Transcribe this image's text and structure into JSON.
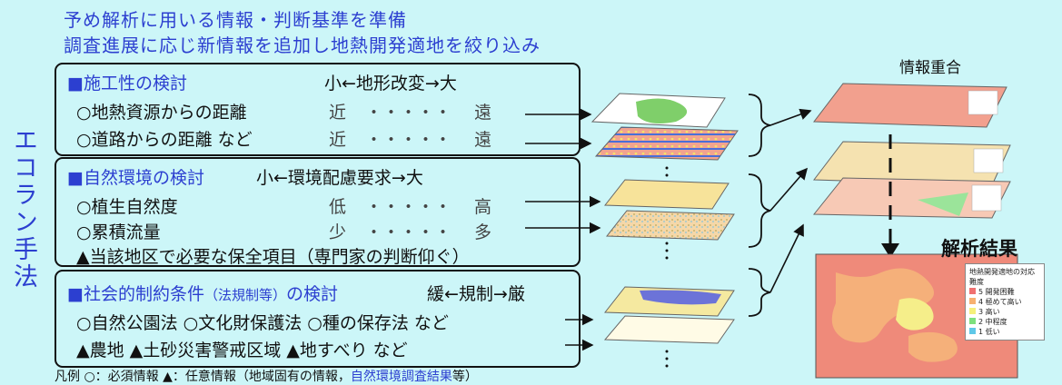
{
  "header": {
    "line1": "予め解析に用いる情報・判断基準を準備",
    "line2": "調査進展に応じ新情報を追加し地熱開発適地を絞り込み"
  },
  "vertical_title": "エコラン手法",
  "section1": {
    "title": "■施工性の検討",
    "scale": "小←地形改変→大",
    "items": [
      {
        "text": "○地熱資源からの距離",
        "left": "近",
        "dots": "・・・・・",
        "right": "遠"
      },
      {
        "text": "○道路からの距離 など",
        "left": "近",
        "dots": "・・・・・",
        "right": "遠"
      }
    ]
  },
  "section2": {
    "title": "■自然環境の検討",
    "scale": "小←環境配慮要求→大",
    "items": [
      {
        "text": "○植生自然度",
        "left": "低",
        "dots": "・・・・・",
        "right": "高"
      },
      {
        "text": "○累積流量",
        "left": "少",
        "dots": "・・・・・",
        "right": "多"
      }
    ],
    "extra": "▲当該地区で必要な保全項目（専門家の判断仰ぐ）"
  },
  "section3": {
    "title": "■社会的制約条件",
    "title_paren": "（法規制等）",
    "title_tail": "の検討",
    "scale": "緩←規制→厳",
    "line1": "○自然公園法 ○文化財保護法 ○種の保存法 など",
    "line2": "▲農地 ▲土砂災害警戒区域 ▲地すべり など"
  },
  "legend": {
    "prefix": "凡例 ○：必須情報 ▲：任意情報（地域固有の情報，",
    "highlight": "自然環境調査結果",
    "suffix": "等）"
  },
  "overlay_label": "情報重合",
  "result_label": "解析結果",
  "map_legend": {
    "title": "地熱開発適地の対応難度",
    "items": [
      {
        "label": "5 開発困難",
        "color": "#f07070"
      },
      {
        "label": "4 極めて高い",
        "color": "#f7b070"
      },
      {
        "label": "3 高い",
        "color": "#f5f07a"
      },
      {
        "label": "2 中程度",
        "color": "#7de07d"
      },
      {
        "label": "1 低い",
        "color": "#5fc8e8"
      }
    ]
  }
}
